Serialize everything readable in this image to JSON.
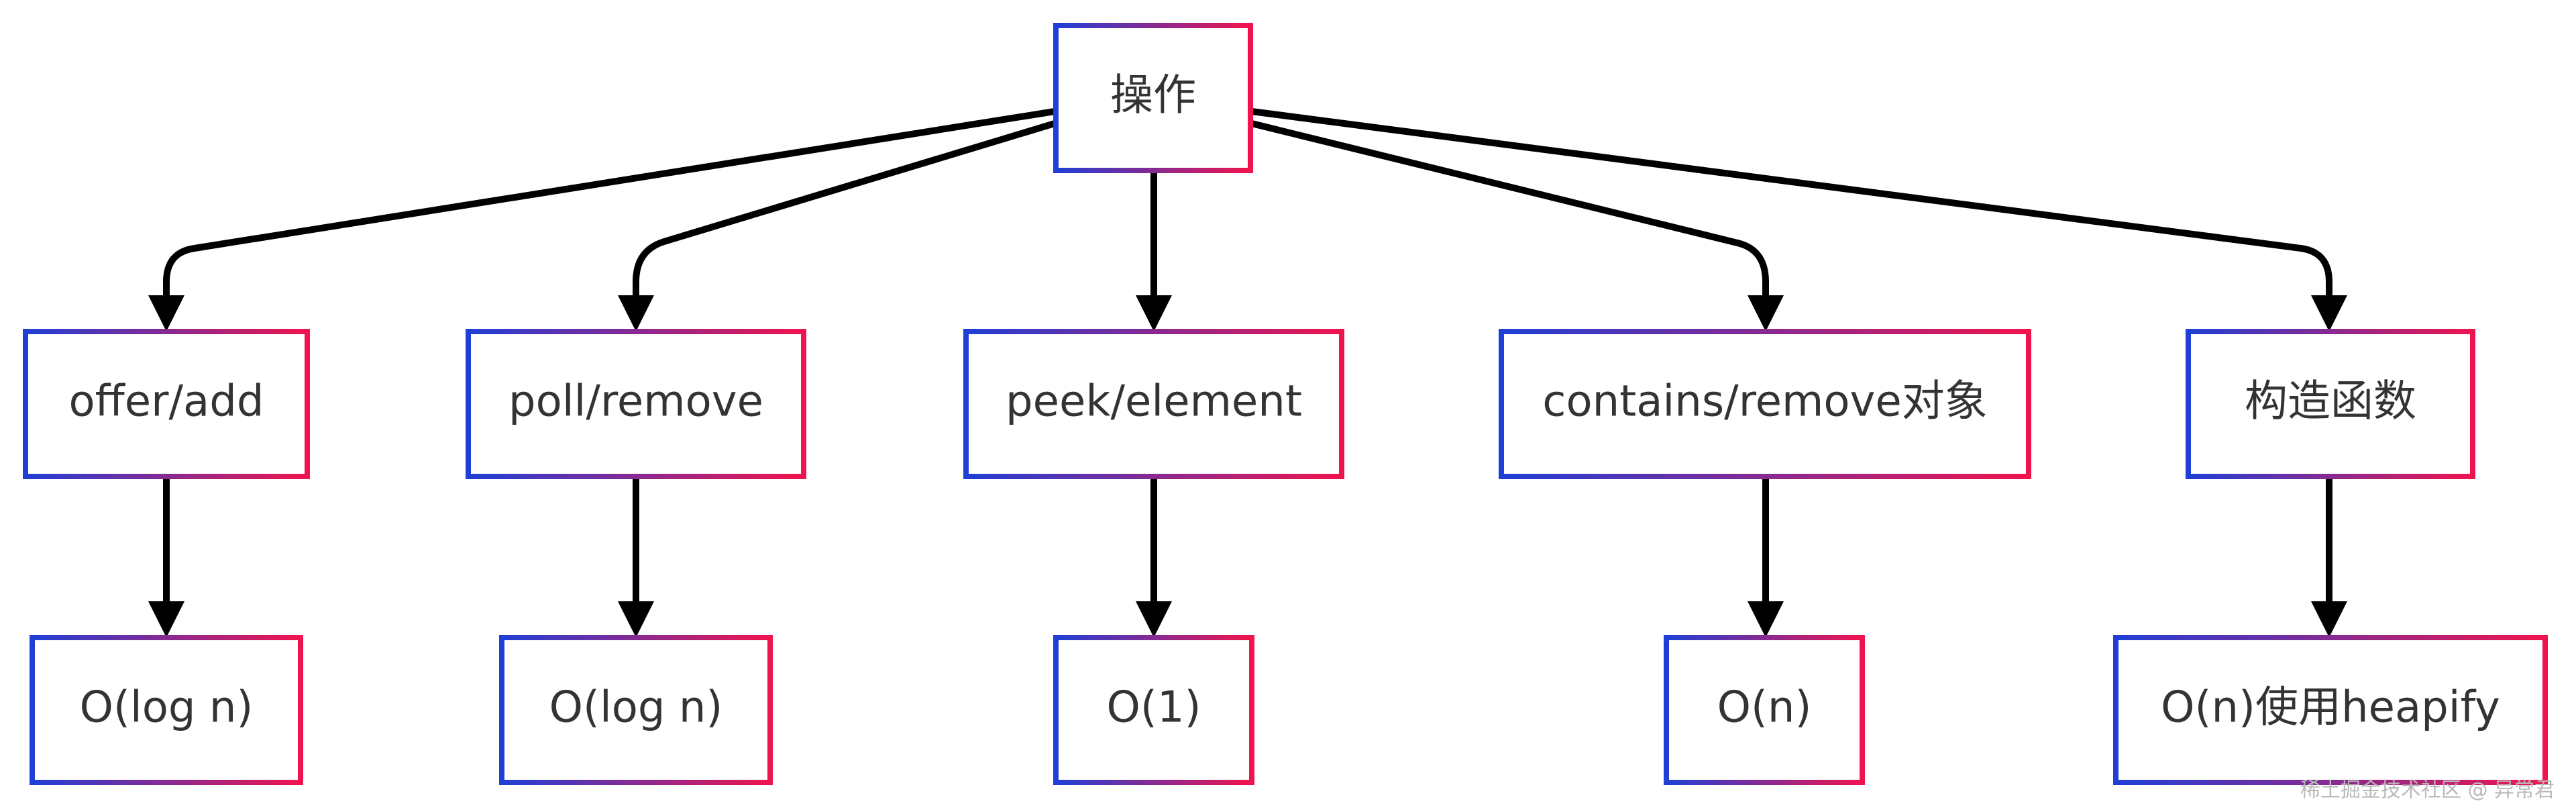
{
  "diagram": {
    "root": {
      "label": "操作"
    },
    "operations": [
      {
        "label": "offer/add"
      },
      {
        "label": "poll/remove"
      },
      {
        "label": "peek/element"
      },
      {
        "label": "contains/remove对象"
      },
      {
        "label": "构造函数"
      }
    ],
    "complexities": [
      {
        "label": "O(log n)"
      },
      {
        "label": "O(log n)"
      },
      {
        "label": "O(1)"
      },
      {
        "label": "O(n)"
      },
      {
        "label": "O(n)使用heapify"
      }
    ],
    "gradient": {
      "from": "#1f3fd6",
      "to": "#f0144e"
    }
  },
  "watermark": "稀土掘金技术社区 @ 异常君"
}
